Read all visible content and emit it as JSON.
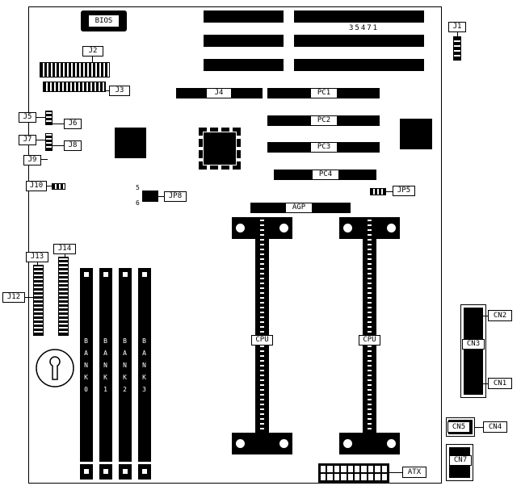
{
  "board": {
    "part_number": "35471",
    "bios": {
      "label": "BIOS"
    },
    "expansion_slots": {
      "j4": "J4",
      "pc1": "PC1",
      "pc2": "PC2",
      "pc3": "PC3",
      "pc4": "PC4",
      "agp": "AGP"
    },
    "cpu": {
      "slot1_label": "CPU",
      "slot2_label": "CPU"
    },
    "memory_banks": [
      "BANK0",
      "BANK1",
      "BANK2",
      "BANK3"
    ],
    "jumpers": {
      "j1": "J1",
      "j2": "J2",
      "j3": "J3",
      "j5": "J5",
      "j6": "J6",
      "j7": "J7",
      "j8": "J8",
      "j9": "J9",
      "j10": "J10",
      "j12": "J12",
      "j13": "J13",
      "j14": "J14",
      "jp5": "JP5",
      "jp8": "JP8",
      "jp8_pin_top": "5",
      "jp8_pin_bottom": "6"
    },
    "rear_connectors": {
      "cn1": "CN1",
      "cn2": "CN2",
      "cn3": "CN3",
      "cn4": "CN4",
      "cn5": "CN5",
      "cn7": "CN7"
    },
    "power": {
      "atx": "ATX"
    }
  }
}
